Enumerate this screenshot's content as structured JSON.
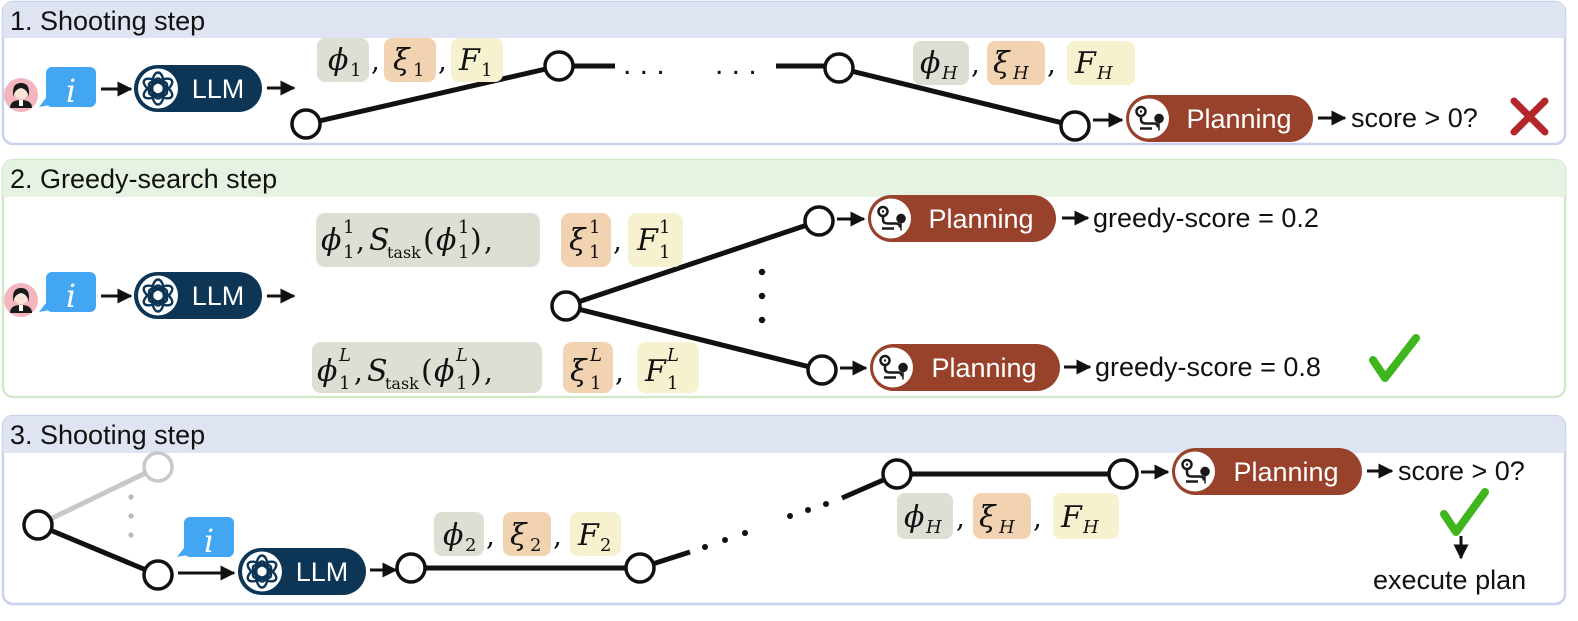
{
  "colors": {
    "panel1_header": "#dfe4f3",
    "panel2_header": "#e7f3e2",
    "panel3_header": "#dfe4f3",
    "panel_border1": "#c9d2ee",
    "panel_border2": "#d2e8cb",
    "llm_pill": "#0d3556",
    "planning_pill": "#98412b",
    "info_bubble": "#42a6f2",
    "chip_phi": "#dcdfd4",
    "chip_xi": "#f2d3b1",
    "chip_f": "#f6f2cf",
    "cross": "#b3262a",
    "check": "#3fb61d",
    "faded_edge": "#c8c8c8"
  },
  "panels": [
    {
      "title": "1. Shooting step"
    },
    {
      "title": "2. Greedy-search step"
    },
    {
      "title": "3. Shooting step"
    }
  ],
  "labels": {
    "llm": "LLM",
    "planning": "Planning",
    "info": "i",
    "score_question": "score > 0?",
    "greedy_score_1": "greedy-score = 0.2",
    "greedy_score_2": "greedy-score = 0.8",
    "execute": "execute plan"
  },
  "math": {
    "phi": "ϕ",
    "xi": "ξ",
    "F": "F",
    "S": "S",
    "task": "task",
    "sub_1": "1",
    "sub_2": "2",
    "sub_H": "H",
    "sup_1": "1",
    "sup_L": "L",
    "comma": ",",
    "lparen": "(",
    "rparen": ")",
    "dots": ". . .",
    "dots2": ". . ."
  },
  "icons": [
    "user-avatar-icon",
    "info-bubble-icon",
    "openai-logo-icon",
    "route-planning-icon",
    "cross-mark-icon",
    "check-mark-icon"
  ]
}
